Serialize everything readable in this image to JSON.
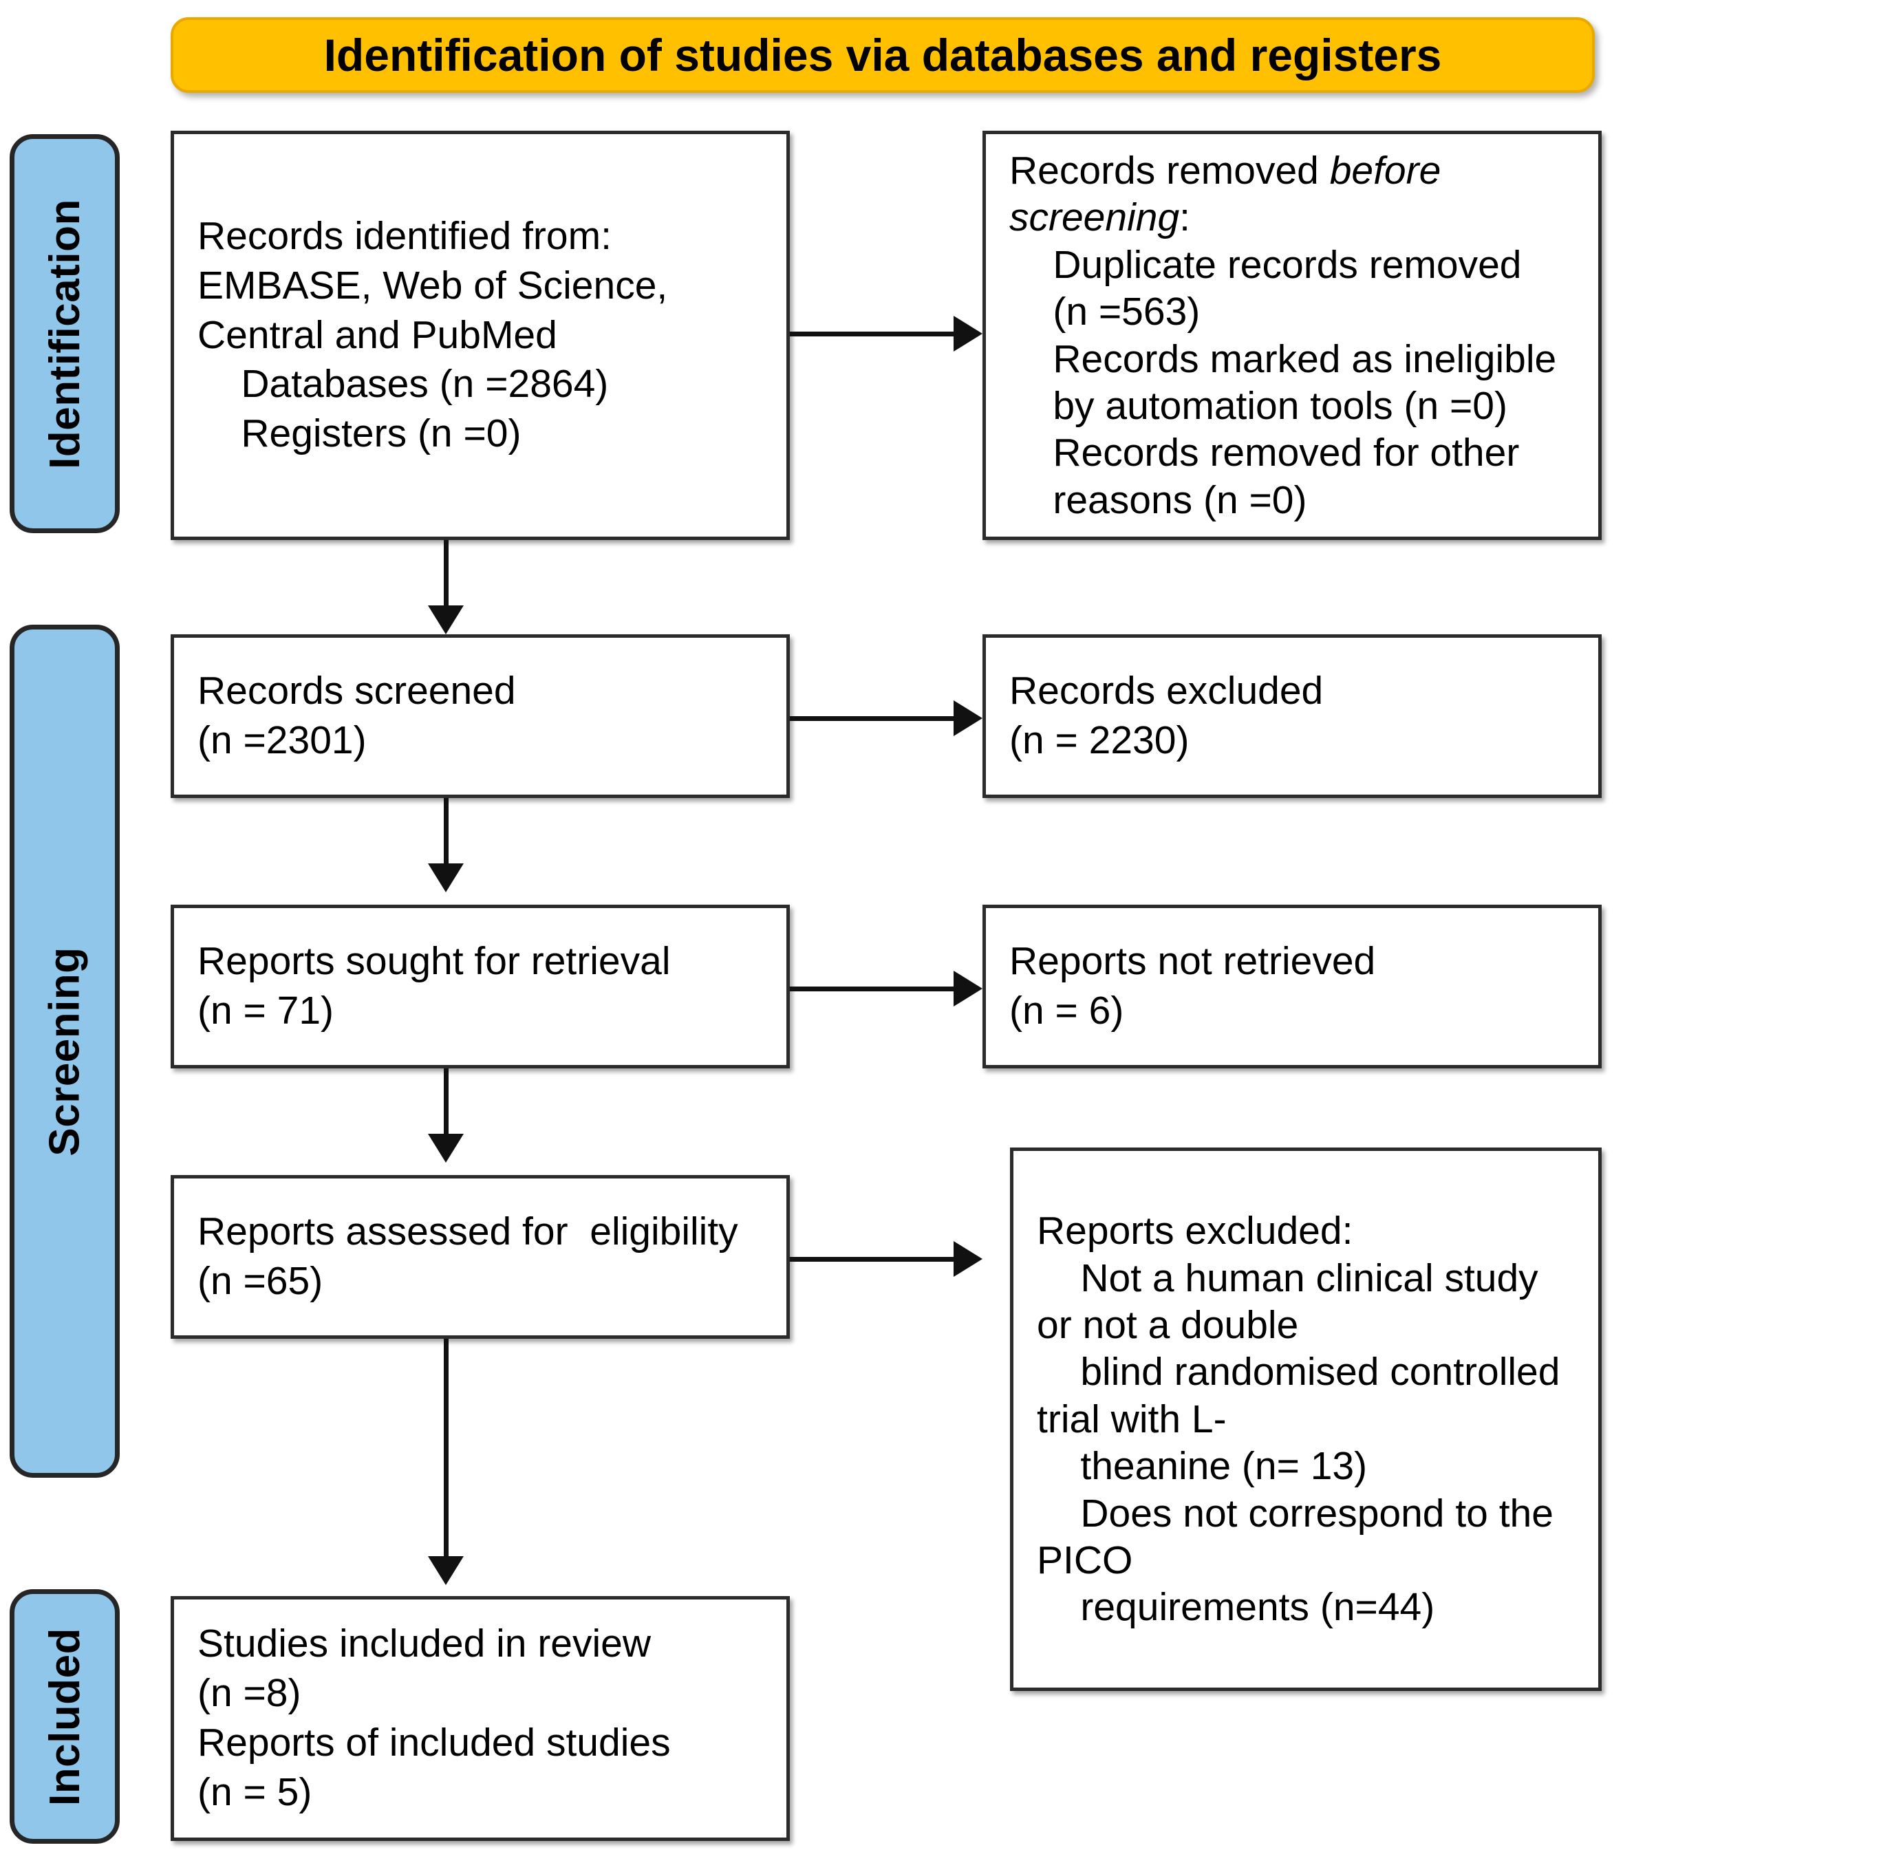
{
  "diagram": {
    "type": "PRISMA flow diagram",
    "title": "Identification of studies via databases and registers",
    "colors": {
      "banner_fill": "#ffc000",
      "stage_fill": "#8fc6ea",
      "box_fill": "#ffffff",
      "line": "#111111"
    }
  },
  "stages": [
    {
      "label": "Identification"
    },
    {
      "label": "Screening"
    },
    {
      "label": "Included"
    }
  ],
  "boxes": {
    "identified": {
      "name": "Records identified from",
      "text": "Records identified from:\nEMBASE, Web of Science,\nCentral and PubMed\n    Databases (n =2864)\n    Registers (n =0)"
    },
    "removed_before_screening": {
      "name": "Records removed before screening",
      "line1_lead": "Records removed ",
      "line1_italic": "before",
      "line2_italic": "screening",
      "line2_tail": ":",
      "rest": "    Duplicate records removed\n    (n =563)\n    Records marked as ineligible\n    by automation tools (n =0)\n    Records removed for other\n    reasons (n =0)"
    },
    "records_screened": {
      "name": "Records screened",
      "text": "Records screened\n(n =2301)"
    },
    "records_excluded": {
      "name": "Records excluded",
      "text": "Records excluded\n(n = 2230)"
    },
    "reports_sought": {
      "name": "Reports sought for retrieval",
      "text": "Reports sought for retrieval\n(n = 71)"
    },
    "reports_not_retrieved": {
      "name": "Reports not retrieved",
      "text": "Reports not retrieved\n(n = 6)"
    },
    "reports_assessed": {
      "name": "Reports assessed for eligibility",
      "text": "Reports assessed for  eligibility\n(n =65)"
    },
    "reports_excluded": {
      "name": "Reports excluded",
      "text": "Reports excluded:\n    Not a human clinical study or not a double\n    blind randomised controlled trial with L-\n    theanine (n= 13)\n    Does not correspond to the PICO\n    requirements (n=44)"
    },
    "studies_included": {
      "name": "Studies included in review",
      "text": "Studies included in review\n(n =8)\nReports of included studies\n(n = 5)"
    }
  },
  "counts": {
    "databases": 2864,
    "registers": 0,
    "duplicates_removed": 563,
    "ineligible_automation": 0,
    "removed_other": 0,
    "records_screened": 2301,
    "records_excluded": 2230,
    "reports_sought": 71,
    "reports_not_retrieved": 6,
    "reports_assessed": 65,
    "excluded_not_rct": 13,
    "excluded_pico": 44,
    "studies_included": 8,
    "reports_of_included": 5
  }
}
